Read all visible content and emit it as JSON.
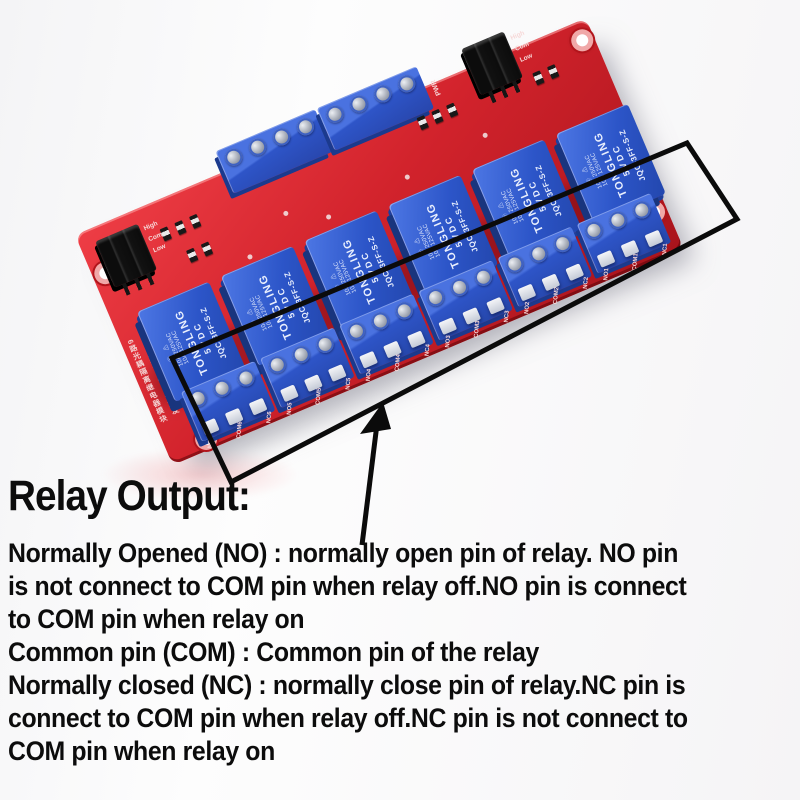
{
  "annotation": {
    "heading": "Relay Output:",
    "body_lines": [
      "Normally Opened (NO) : normally open pin of relay. NO pin",
      "is not connect to COM pin when relay off.NO pin is connect",
      "to COM pin when relay on",
      "Common pin (COM) : Common pin of the relay",
      "Normally closed (NC) : normally close pin of relay.NC pin is",
      "connect to COM pin when relay off.NC pin is not connect to",
      "COM pin when relay on"
    ]
  },
  "board": {
    "relay": {
      "brand": "TONGLING",
      "voltage": "5VDC",
      "marks": "Ⓡ ⚠",
      "rating1": "10A 250VAC",
      "rating2": "10A 125VAC",
      "model": "JQC-3FF-S-Z"
    },
    "output_groups": [
      {
        "no": "NO6",
        "com": "COM6",
        "nc": "NC6"
      },
      {
        "no": "NO5",
        "com": "COM5",
        "nc": "NC5"
      },
      {
        "no": "NO4",
        "com": "COM4",
        "nc": "NC4"
      },
      {
        "no": "NO3",
        "com": "COM3",
        "nc": "NC3"
      },
      {
        "no": "NO2",
        "com": "COM2",
        "nc": "NC2"
      },
      {
        "no": "NO1",
        "com": "COM1",
        "nc": "NC1"
      }
    ],
    "jumper_labels": {
      "high": "High",
      "com": "Com",
      "low": "Low"
    },
    "pwr_label": "PWR",
    "silkscreen_cn": {
      "line1": "6路光耦隔离继电器模块",
      "line2": "支持高/低电平触发"
    }
  },
  "colors": {
    "pcb_red": "#d2232c",
    "relay_blue": "#2c55c8",
    "terminal_blue": "#2e55c8",
    "annotation_black": "#0b0b0b"
  }
}
